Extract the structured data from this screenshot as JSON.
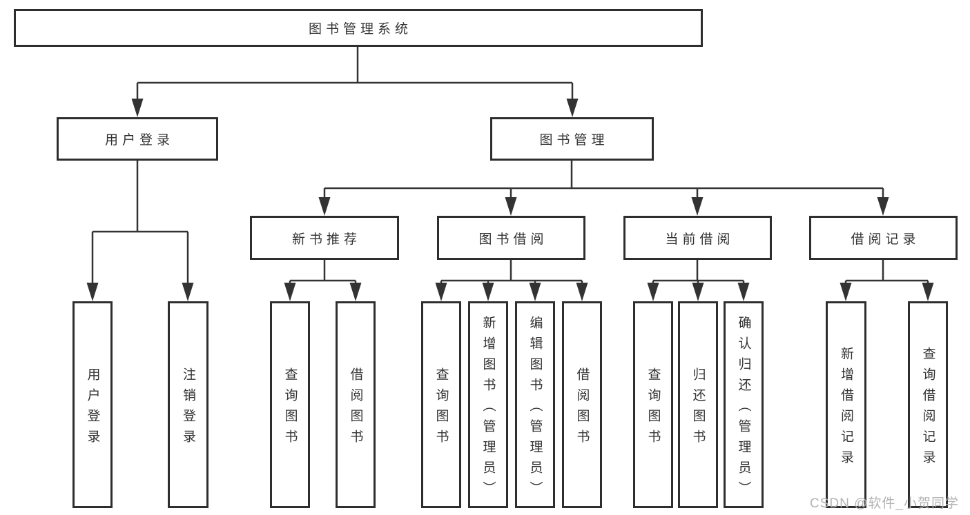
{
  "diagram": {
    "type": "hierarchy-tree",
    "title": "图书管理系统",
    "nodes": {
      "root": "图书管理系统",
      "level2": [
        "用户登录",
        "图书管理"
      ],
      "level3": [
        "新书推荐",
        "图书借阅",
        "当前借阅",
        "借阅记录"
      ],
      "leaves_user": [
        "用户登录",
        "注销登录"
      ],
      "leaves_newbook": [
        "查询图书",
        "借阅图书"
      ],
      "leaves_borrow": [
        "查询图书",
        "新增图书（管理员）",
        "编辑图书（管理员）",
        "借阅图书"
      ],
      "leaves_current": [
        "查询图书",
        "归还图书",
        "确认归还（管理员）"
      ],
      "leaves_records": [
        "新增借阅记录",
        "查询借阅记录"
      ]
    },
    "colors": {
      "line": "#333333",
      "box_border": "#2e2e2e",
      "text": "#333333",
      "watermark": "#b3b3b3",
      "background": "#ffffff"
    }
  },
  "watermark": {
    "text": "CSDN @软件_小贺同学"
  }
}
